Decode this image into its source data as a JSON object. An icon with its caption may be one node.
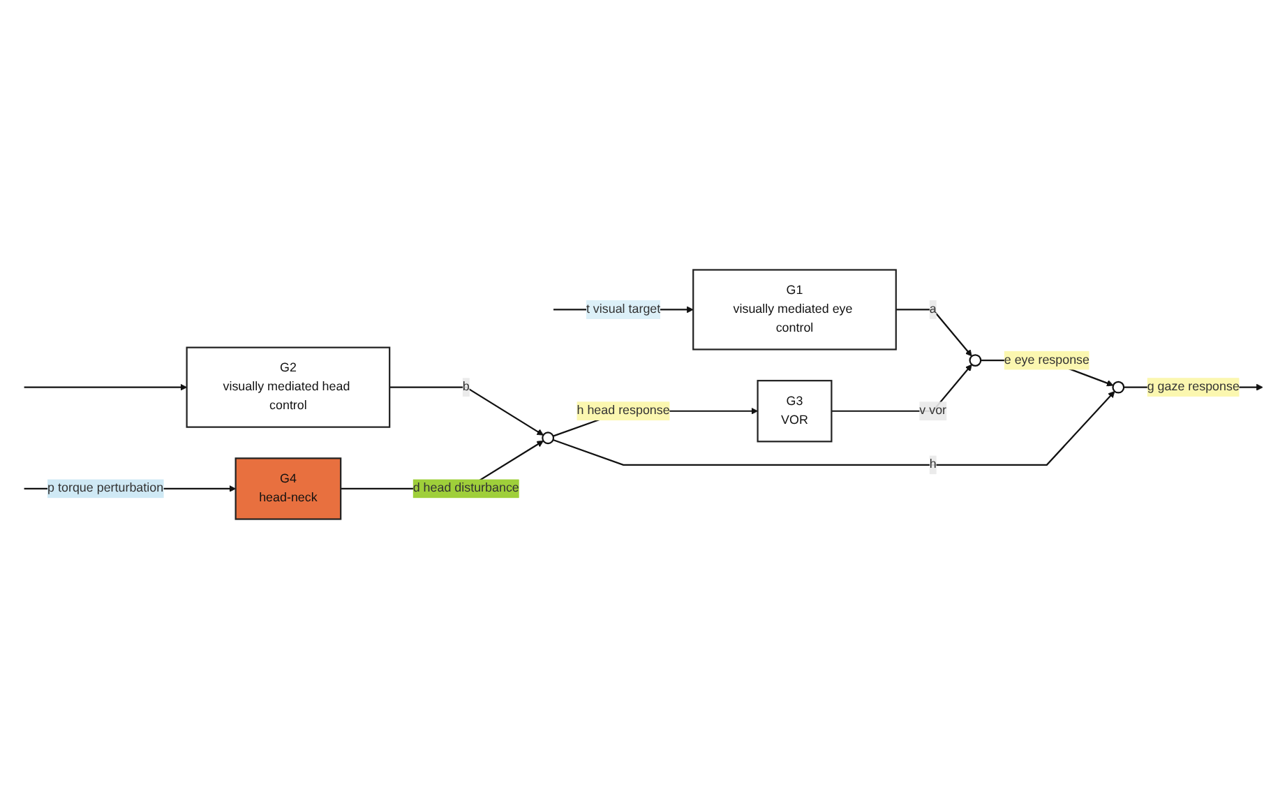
{
  "diagram": {
    "nodes": [
      {
        "text": [
          "G1",
          "visually mediated eye control"
        ]
      },
      {
        "text": [],
        "shape": "circle"
      },
      {
        "text": [
          "G3",
          "VOR"
        ]
      },
      {
        "text": [],
        "shape": "circle"
      },
      {
        "text": [
          "G2",
          "visually mediated head control"
        ]
      },
      {
        "text": [],
        "shape": "circle"
      },
      {
        "text": [
          "G4",
          "head-neck"
        ]
      }
    ],
    "edges": [
      {
        "from": null,
        "to": 0,
        "arrow": "to",
        "label": "t visual target"
      },
      {
        "from": null,
        "to": 4,
        "arrow": "to"
      },
      {
        "from": 0,
        "to": 1,
        "arrow": "to",
        "label": "a"
      },
      {
        "from": 4,
        "to": 5,
        "arrow": "to",
        "label": "b"
      },
      {
        "from": 5,
        "to": 2,
        "arrow": "to",
        "label": "h head response"
      },
      {
        "from": 2,
        "to": 1,
        "arrow": "to",
        "label": "v vor"
      },
      {
        "from": 6,
        "to": 5,
        "arrow": "to",
        "label": "d head disturbance"
      },
      {
        "from": null,
        "to": 6,
        "arrow": "to",
        "label": "p torque perturbation"
      },
      {
        "from": 1,
        "to": 3,
        "arrow": "to",
        "label": "e eye response"
      },
      {
        "from": 5,
        "to": 3,
        "arrow": "to",
        "label": "h"
      },
      {
        "from": 3,
        "to": null,
        "arrow": "to",
        "label": "g gaze response"
      }
    ]
  }
}
